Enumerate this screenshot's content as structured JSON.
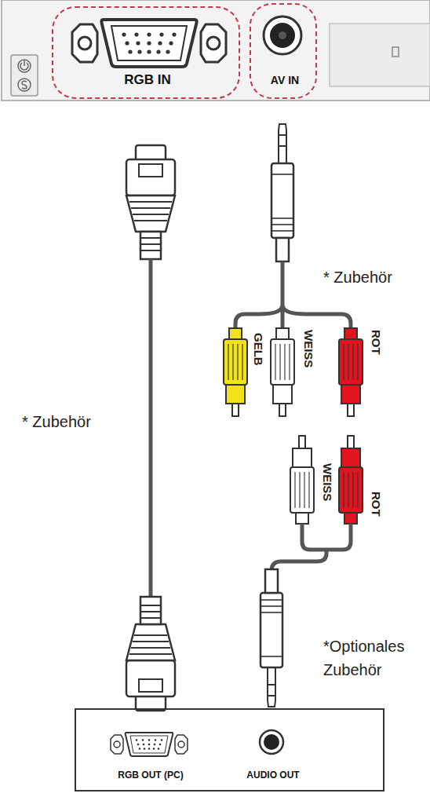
{
  "diagram": {
    "nodes": [
      {
        "text": [
          "RGB IN"
        ]
      },
      {
        "text": [
          "AV IN"
        ]
      },
      {
        "text": [
          "RGB OUT (PC)",
          "AUDIO OUT"
        ]
      }
    ],
    "labels": [
      "* Zubehör",
      "GELB",
      "WEISS",
      "ROT",
      "* Zubehör",
      "WEISS",
      "ROT",
      "*Optionales Zubehör"
    ]
  }
}
